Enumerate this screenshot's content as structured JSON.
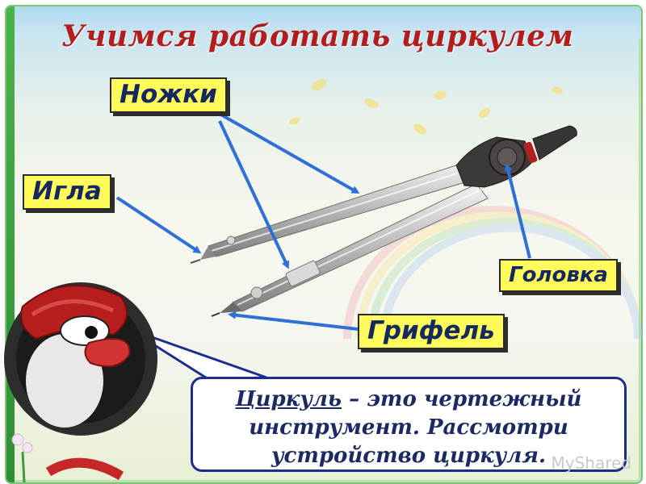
{
  "slide": {
    "title": "Учимся работать циркулем"
  },
  "labels": {
    "legs": "Ножки",
    "needle": "Игла",
    "head": "Головка",
    "lead": "Грифель"
  },
  "speech": {
    "term": "Циркуль",
    "line1_rest": " – это чертежный",
    "line2": "инструмент. Рассмотри",
    "line3": "устройство циркуля."
  },
  "watermark": "MyShared",
  "colors": {
    "title": "#b21e1e",
    "label_bg": "#fffb5a",
    "label_text": "#15285f",
    "arrow": "#2f6fd6",
    "speech_border": "#1c2e8c"
  },
  "icons": {
    "character": "penguin-mascot-icon",
    "compass": "drawing-compass-icon"
  }
}
